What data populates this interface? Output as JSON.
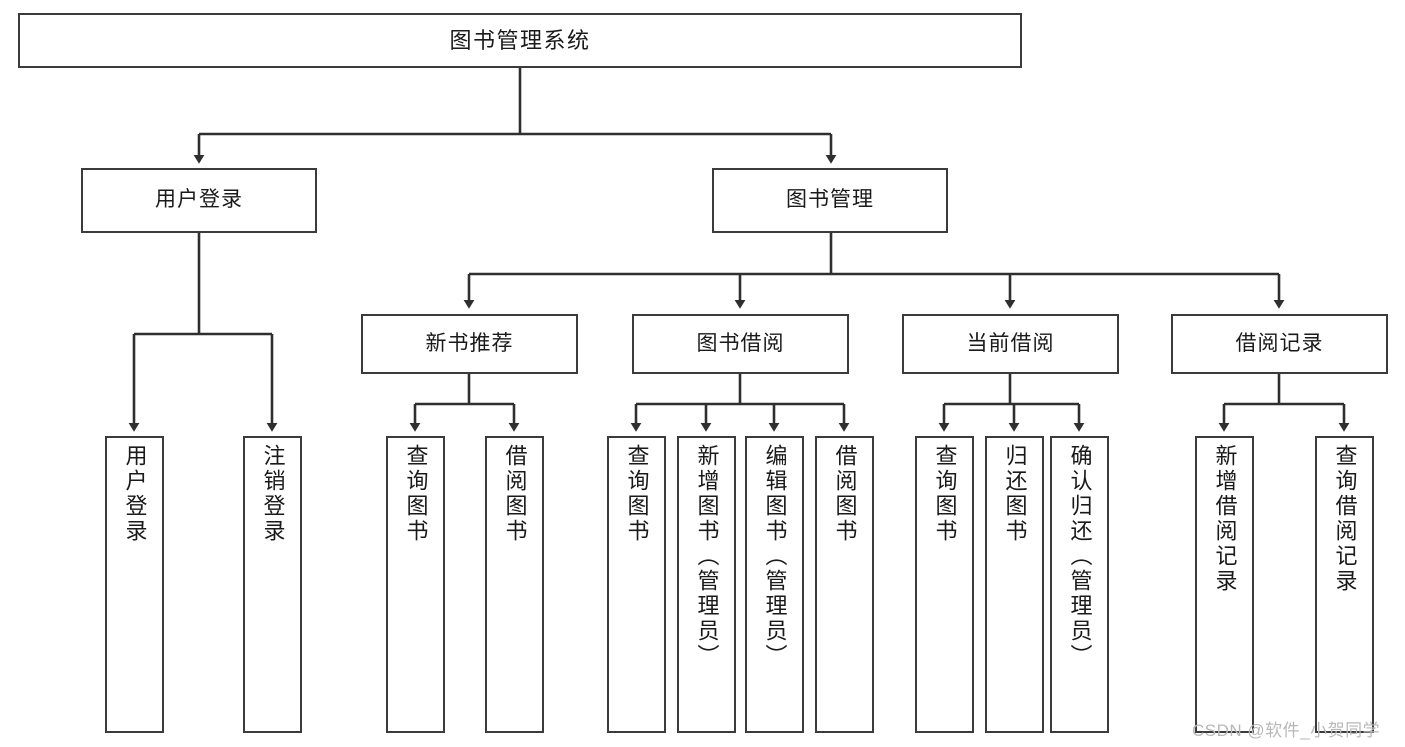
{
  "diagram": {
    "title": "图书管理系统",
    "type": "tree-hierarchy-chart",
    "stroke_color": "#3b3b3b",
    "fill_color": "#ffffff",
    "text_color": "#1a1a1a"
  },
  "root": {
    "label": "图书管理系统"
  },
  "level2": [
    {
      "label": "用户登录"
    },
    {
      "label": "图书管理"
    }
  ],
  "level3": [
    {
      "label": "新书推荐"
    },
    {
      "label": "图书借阅"
    },
    {
      "label": "当前借阅"
    },
    {
      "label": "借阅记录"
    }
  ],
  "leaves": {
    "user_login": [
      {
        "label": "用户登录"
      },
      {
        "label": "注销登录"
      }
    ],
    "new_book": [
      {
        "label": "查询图书"
      },
      {
        "label": "借阅图书"
      }
    ],
    "book_borrow": [
      {
        "label": "查询图书"
      },
      {
        "label": "新增图书（管理员）"
      },
      {
        "label": "编辑图书（管理员）"
      },
      {
        "label": "借阅图书"
      }
    ],
    "current_borrow": [
      {
        "label": "查询图书"
      },
      {
        "label": "归还图书"
      },
      {
        "label": "确认归还（管理员）"
      }
    ],
    "borrow_record": [
      {
        "label": "新增借阅记录"
      },
      {
        "label": "查询借阅记录"
      }
    ]
  },
  "watermark": {
    "text": "CSDN @软件_小贺同学"
  }
}
